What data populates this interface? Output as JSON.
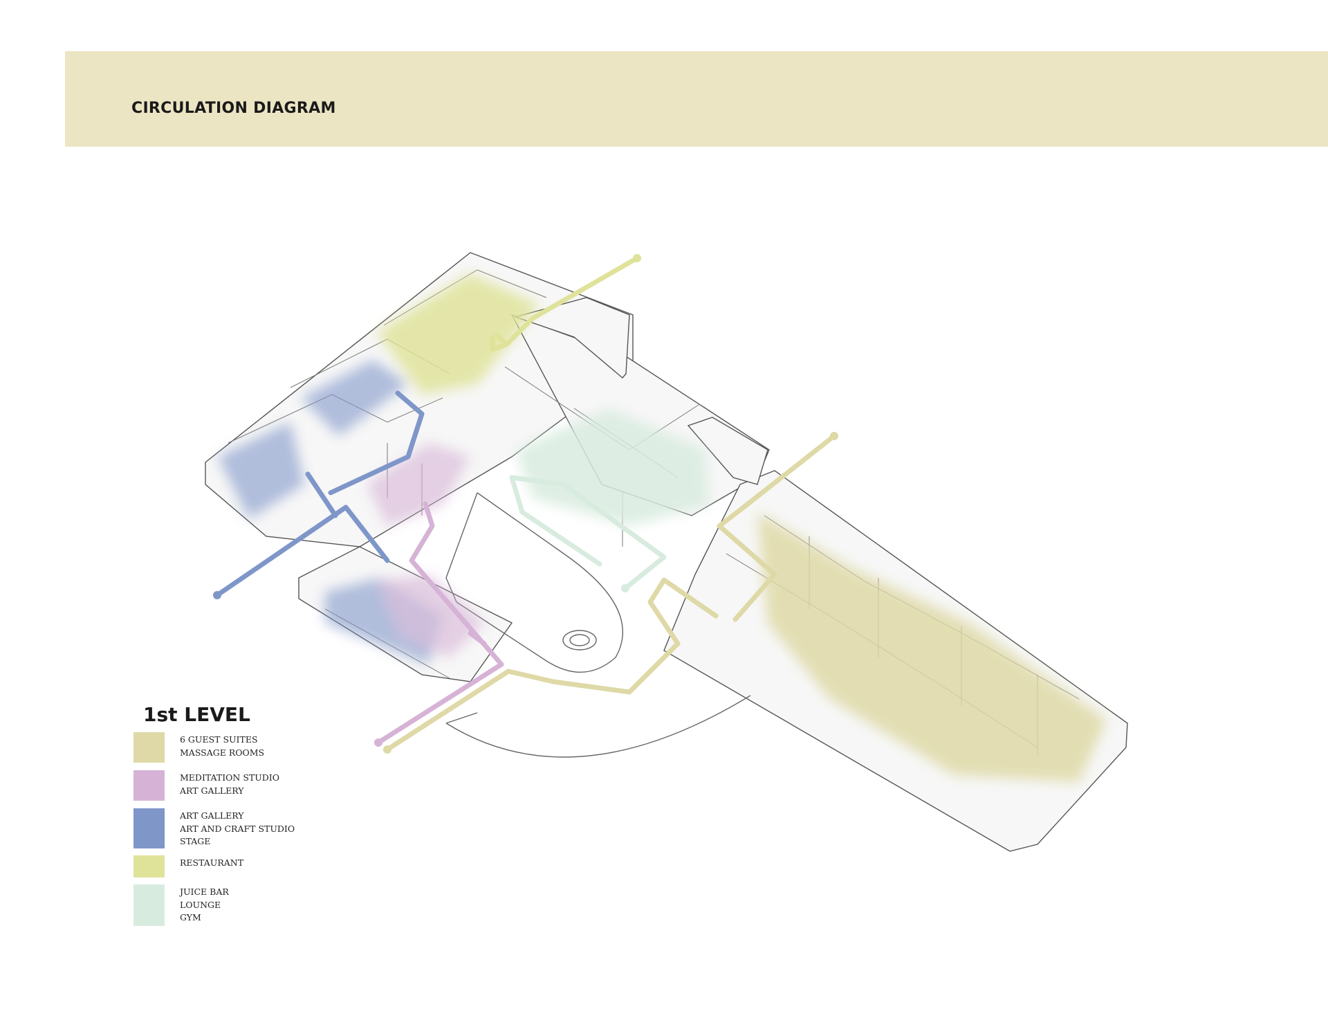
{
  "header": {
    "title": "CIRCULATION DIAGRAM"
  },
  "level": {
    "title": "1st LEVEL"
  },
  "legend": [
    {
      "lines": [
        "6 GUEST SUITES",
        "MASSAGE ROOMS"
      ],
      "color": "#ded9a6"
    },
    {
      "lines": [
        "MEDITATION STUDIO",
        "ART GALLERY"
      ],
      "color": "#d6b3d6"
    },
    {
      "lines": [
        "ART GALLERY",
        "ART AND CRAFT STUDIO",
        "STAGE"
      ],
      "color": "#7f96c9"
    },
    {
      "lines": [
        "RESTAURANT"
      ],
      "color": "#dfe39a"
    },
    {
      "lines": [
        "JUICE BAR",
        "LOUNGE",
        "GYM"
      ],
      "color": "#d8ebdf"
    }
  ],
  "colors": {
    "header_band": "#ece5c3",
    "suites": "#ded9a6",
    "meditation": "#d6b3d6",
    "art": "#7f96c9",
    "restaurant": "#dfe39a",
    "juice": "#d8ebdf"
  }
}
